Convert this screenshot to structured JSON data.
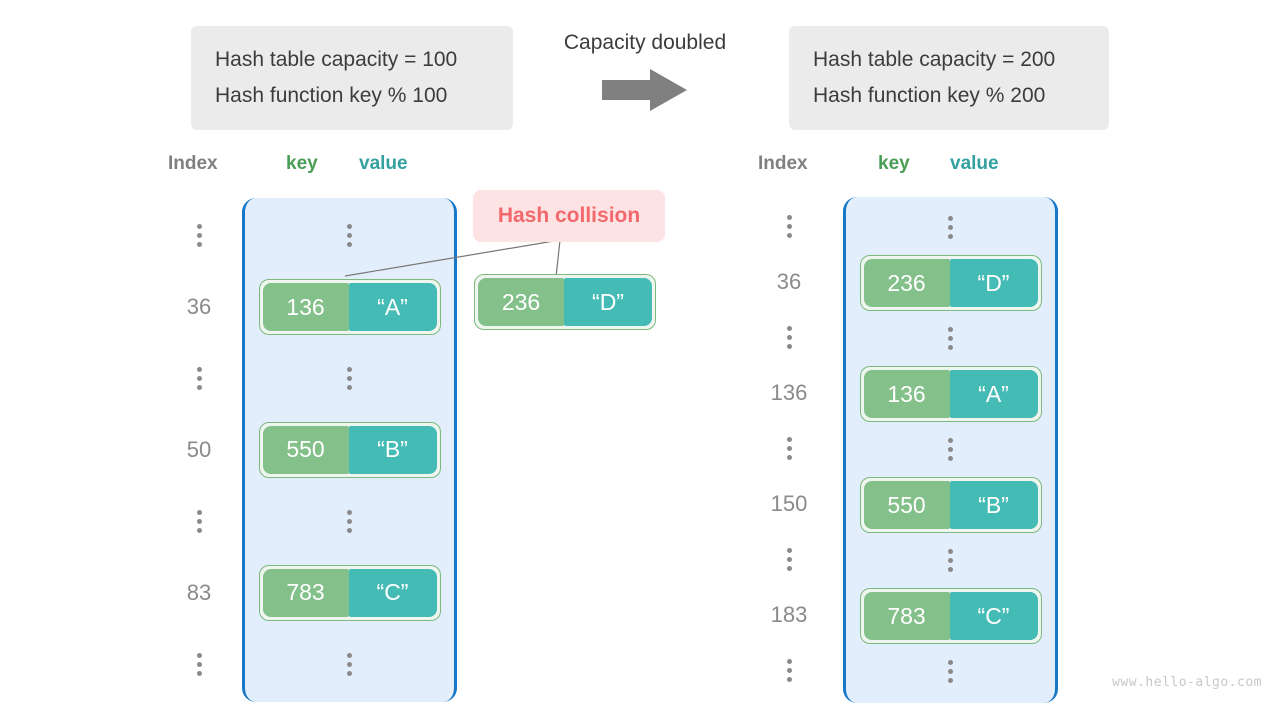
{
  "left_panel": {
    "caption": {
      "line1": "Hash table capacity = 100",
      "line2": "Hash function key % 100"
    },
    "headers": {
      "index": "Index",
      "key": "key",
      "value": "value"
    },
    "index_labels": [
      "⋮",
      "36",
      "⋮",
      "50",
      "⋮",
      "83",
      "⋮"
    ],
    "rows": [
      {
        "type": "dots"
      },
      {
        "type": "entry",
        "key": "136",
        "value": "“A”"
      },
      {
        "type": "dots"
      },
      {
        "type": "entry",
        "key": "550",
        "value": "“B”"
      },
      {
        "type": "dots"
      },
      {
        "type": "entry",
        "key": "783",
        "value": "“C”"
      },
      {
        "type": "dots"
      }
    ]
  },
  "transition": {
    "label": "Capacity doubled",
    "arrow_icon": "right-arrow-icon",
    "arrow_color": "#808080"
  },
  "right_panel": {
    "caption": {
      "line1": "Hash table capacity = 200",
      "line2": "Hash function key % 200"
    },
    "headers": {
      "index": "Index",
      "key": "key",
      "value": "value"
    },
    "index_labels": [
      "⋮",
      "36",
      "⋮",
      "136",
      "⋮",
      "150",
      "⋮",
      "183",
      "⋮"
    ],
    "rows": [
      {
        "type": "dots"
      },
      {
        "type": "entry",
        "key": "236",
        "value": "“D”"
      },
      {
        "type": "dots"
      },
      {
        "type": "entry",
        "key": "136",
        "value": "“A”"
      },
      {
        "type": "dots"
      },
      {
        "type": "entry",
        "key": "550",
        "value": "“B”"
      },
      {
        "type": "dots"
      },
      {
        "type": "entry",
        "key": "783",
        "value": "“C”"
      },
      {
        "type": "dots"
      }
    ]
  },
  "collision": {
    "callout_label": "Hash collision",
    "entry": {
      "key": "236",
      "value": "“D”"
    },
    "callout_bg": "#fde3e4",
    "callout_text_color": "#f2686c"
  },
  "watermark": "www.hello-algo.com",
  "colors": {
    "caption_bg": "#ebebeb",
    "table_bg": "#e2eefb",
    "table_border": "#1878c8",
    "key_cell": "#84c08a",
    "value_cell": "#45bbb5",
    "pair_border": "#7cb97f",
    "header_key": "#4a9e56",
    "header_value": "#35a0a0",
    "index_text": "#8a8a8a"
  }
}
